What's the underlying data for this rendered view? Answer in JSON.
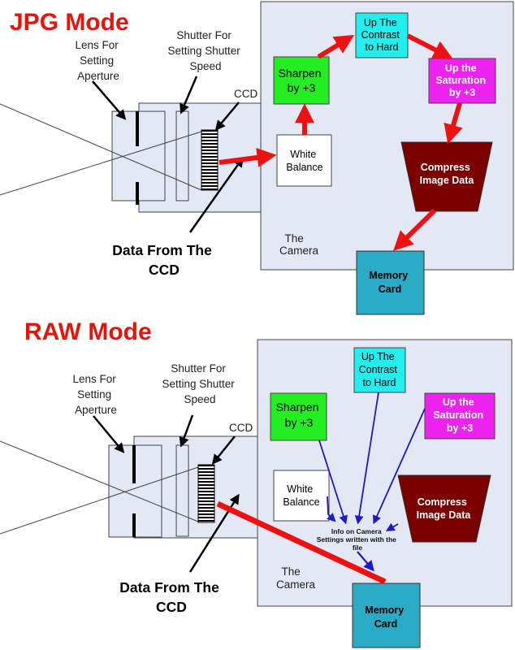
{
  "colors": {
    "title_red": "#e8140c",
    "arrow_red": "#ee1111",
    "arrow_blue": "#1a1acc",
    "camera_bg": "#e4e8f4",
    "box_green": "#22ee22",
    "box_cyan": "#22eeee",
    "box_magenta": "#ee22ee",
    "box_compress": "#7a0000",
    "box_memory": "#2aaac4"
  },
  "jpg": {
    "title": "JPG Mode",
    "lens_label": [
      "Lens For",
      "Setting",
      "Aperture"
    ],
    "shutter_label": [
      "Shutter For",
      "Setting Shutter",
      "Speed"
    ],
    "ccd_label": "CCD",
    "data_label": [
      "Data From The",
      "CCD"
    ],
    "camera_label": [
      "The",
      "Camera"
    ],
    "white_balance": [
      "White",
      "Balance"
    ],
    "sharpen": [
      "Sharpen",
      "by +3"
    ],
    "contrast": [
      "Up The",
      "Contrast",
      "to Hard"
    ],
    "saturation": [
      "Up the",
      "Saturation",
      "by +3"
    ],
    "compress": [
      "Compress",
      "Image Data"
    ],
    "memory": [
      "Memory",
      "Card"
    ]
  },
  "raw": {
    "title": "RAW Mode",
    "lens_label": [
      "Lens For",
      "Setting",
      "Aperture"
    ],
    "shutter_label": [
      "Shutter For",
      "Setting Shutter",
      "Speed"
    ],
    "ccd_label": "CCD",
    "data_label": [
      "Data From The",
      "CCD"
    ],
    "camera_label": [
      "The",
      "Camera"
    ],
    "white_balance": [
      "White",
      "Balance"
    ],
    "sharpen": [
      "Sharpen",
      "by +3"
    ],
    "contrast": [
      "Up The",
      "Contrast",
      "to Hard"
    ],
    "saturation": [
      "Up the",
      "Saturation",
      "by +3"
    ],
    "compress": [
      "Compress",
      "Image Data"
    ],
    "memory": [
      "Memory",
      "Card"
    ],
    "info_note": [
      "Info on Camera",
      "Settings written with the",
      "file"
    ]
  }
}
